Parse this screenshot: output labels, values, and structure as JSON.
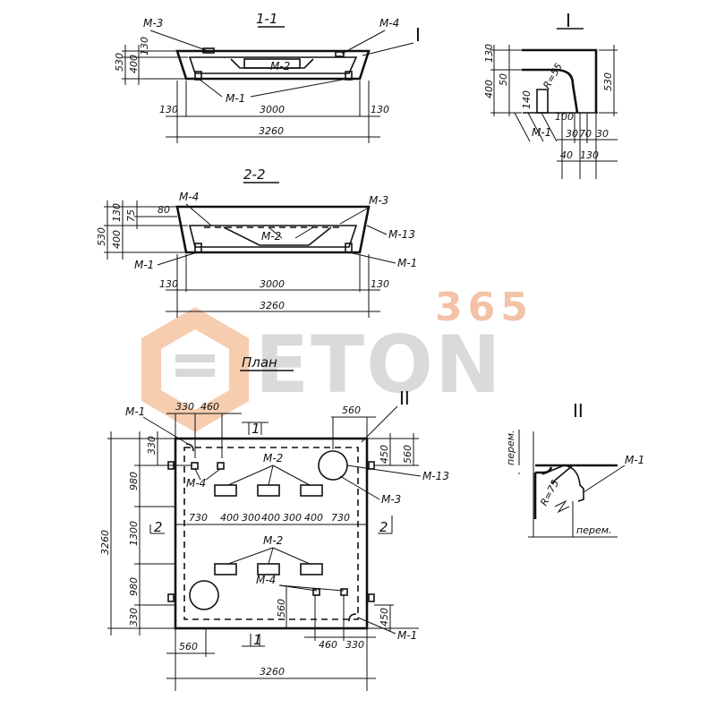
{
  "watermark": {
    "number": "365",
    "brand": "ETON"
  },
  "section_1": {
    "title": "1-1",
    "marker": "I",
    "labels": {
      "m3": "M-3",
      "m4": "M-4",
      "m2": "M-2",
      "m1": "M-1"
    },
    "dims": {
      "h530": "530",
      "h400": "400",
      "h130": "130",
      "w130_left": "130",
      "w3000": "3000",
      "w130_right": "130",
      "w3260": "3260"
    }
  },
  "detail_I": {
    "title": "I",
    "dims": {
      "d130": "130",
      "d400": "400",
      "d50": "50",
      "d530": "530",
      "r": "R=55",
      "d140": "140",
      "d100": "100",
      "d30a": "30",
      "d70": "70",
      "d30b": "30",
      "d40": "40",
      "d130b": "130"
    },
    "label_m1": "M-1"
  },
  "section_2": {
    "title": "2-2",
    "labels": {
      "m4": "M-4",
      "m3": "M-3",
      "m2": "M-2",
      "m13": "M-13",
      "m1_left": "M-1",
      "m1_right": "M-1"
    },
    "dims": {
      "h530": "530",
      "h400": "400",
      "h130": "130",
      "h75": "75",
      "w80": "80",
      "w130_left": "130",
      "w3000": "3000",
      "w130_right": "130",
      "w3260": "3260"
    }
  },
  "plan": {
    "title": "План",
    "labels": {
      "m1_top": "M-1",
      "m4_left": "M-4",
      "m2_top": "M-2",
      "m2_bottom": "M-2",
      "m4_right": "M-4",
      "m13": "M-13",
      "m3": "M-3",
      "m1_bottom": "M-1"
    },
    "markers": {
      "sec1_top": "1",
      "sec1_bottom": "1",
      "sec2_left": "2",
      "sec2_right": "2",
      "detail_II": "II"
    },
    "dims": {
      "t330": "330",
      "t460": "460",
      "t560": "560",
      "l330_top": "330",
      "l980_top": "980",
      "l1300": "1300",
      "l980_bottom": "980",
      "l330_bottom": "330",
      "l3260": "3260",
      "r450_top": "450",
      "r560_top": "560",
      "r560_bottom": "560",
      "r450_bottom": "450",
      "m730_left": "730",
      "m400_a": "400",
      "m300_a": "300",
      "m400_b": "400",
      "m300_b": "300",
      "m400_c": "400",
      "m730_right": "730",
      "b560": "560",
      "b460": "460",
      "b330": "330",
      "b3260": "3260"
    }
  },
  "detail_II": {
    "title": "II",
    "label_m1": "M-1",
    "r": "R=75",
    "perem_top": "перем.",
    "perem_bottom": "перем."
  }
}
